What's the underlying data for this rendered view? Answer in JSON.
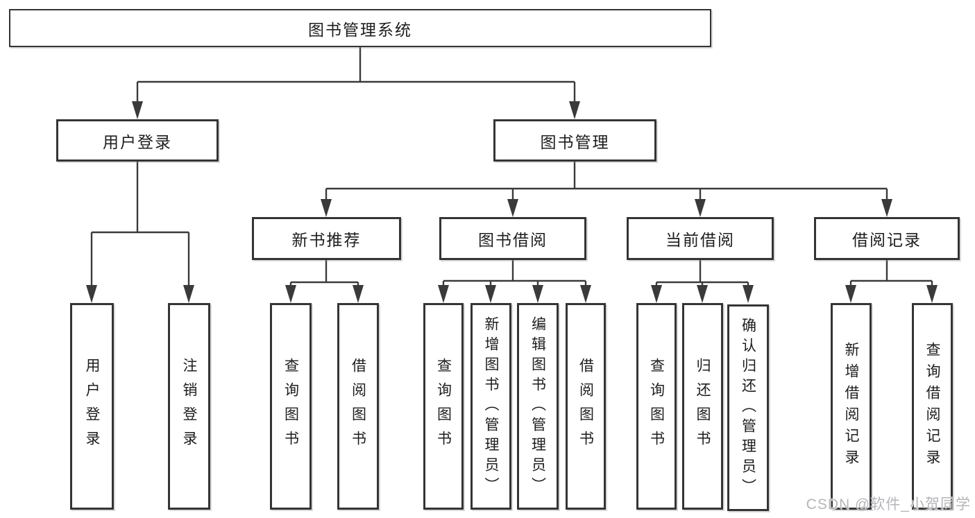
{
  "diagram": {
    "root": {
      "label": "图书管理系统"
    },
    "branches": [
      {
        "label": "用户登录",
        "children": [
          {
            "label": "用户登录"
          },
          {
            "label": "注销登录"
          }
        ]
      },
      {
        "label": "图书管理",
        "children": [
          {
            "label": "新书推荐",
            "children": [
              {
                "label": "查询图书"
              },
              {
                "label": "借阅图书"
              }
            ]
          },
          {
            "label": "图书借阅",
            "children": [
              {
                "label": "查询图书"
              },
              {
                "label": "新增图书（管理员）"
              },
              {
                "label": "编辑图书（管理员）"
              },
              {
                "label": "借阅图书"
              }
            ]
          },
          {
            "label": "当前借阅",
            "children": [
              {
                "label": "查询图书"
              },
              {
                "label": "归还图书"
              },
              {
                "label": "确认归还（管理员）"
              }
            ]
          },
          {
            "label": "借阅记录",
            "children": [
              {
                "label": "新增借阅记录"
              },
              {
                "label": "查询借阅记录"
              }
            ]
          }
        ]
      }
    ]
  },
  "watermark": {
    "text": "CSDN @软件_小贺同学"
  },
  "colors": {
    "line": "#3a3a3a",
    "box_border": "#343434",
    "text": "#1d1d1d",
    "background": "#ffffff",
    "watermark": "#b5b5ba"
  }
}
